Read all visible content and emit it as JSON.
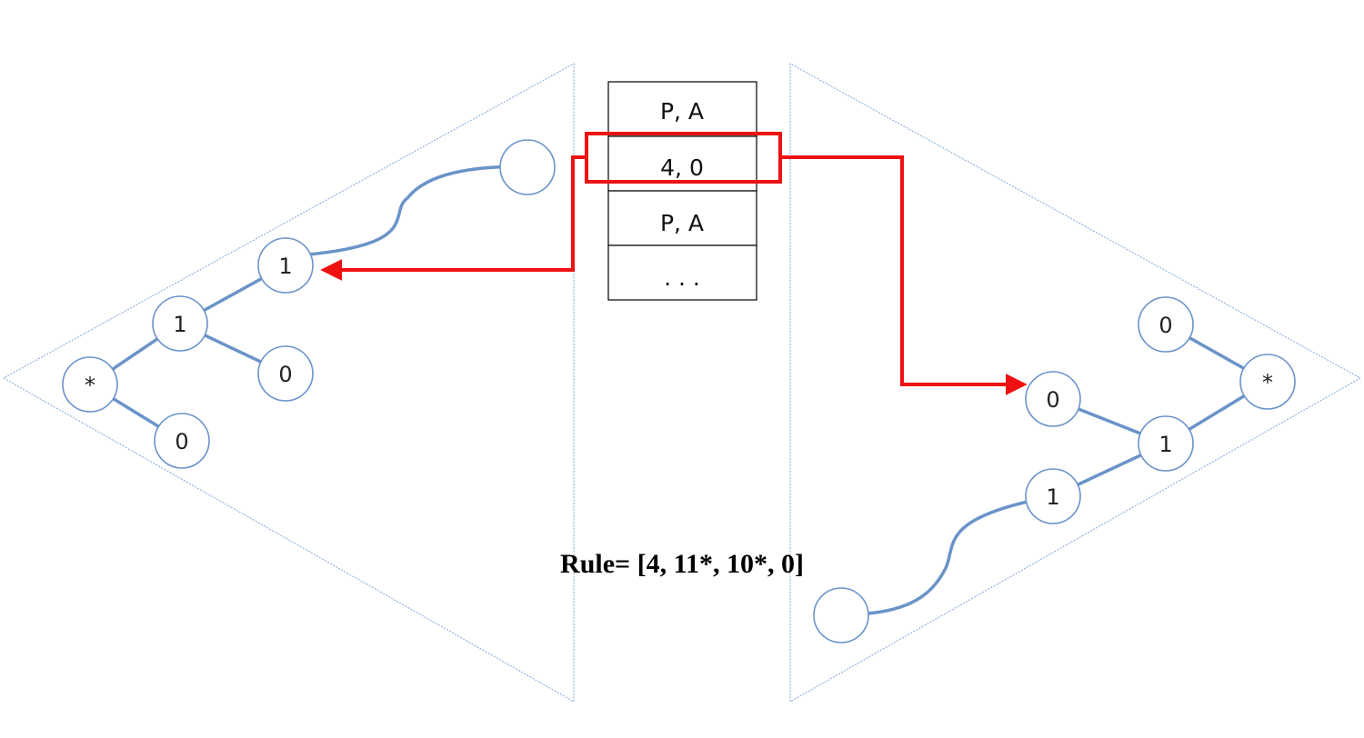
{
  "table": {
    "rows": [
      "P, A",
      "4, 0",
      "P, A",
      ". . ."
    ]
  },
  "left_tree": {
    "root_label": "*",
    "node_a_label": "1",
    "node_b_label": "0",
    "node_c_label": "1",
    "node_d_label": "0",
    "endpoint_label": ""
  },
  "right_tree": {
    "root_label": "*",
    "node_a_label": "0",
    "node_b_label": "1",
    "node_c_label": "0",
    "node_d_label": "1",
    "endpoint_label": ""
  },
  "rule_text": "Rule= [4, 11*, 10*, 0]",
  "colors": {
    "edge": "#6a93c9",
    "highlight": "#ee1111",
    "triangle": "#7ea6d8"
  }
}
